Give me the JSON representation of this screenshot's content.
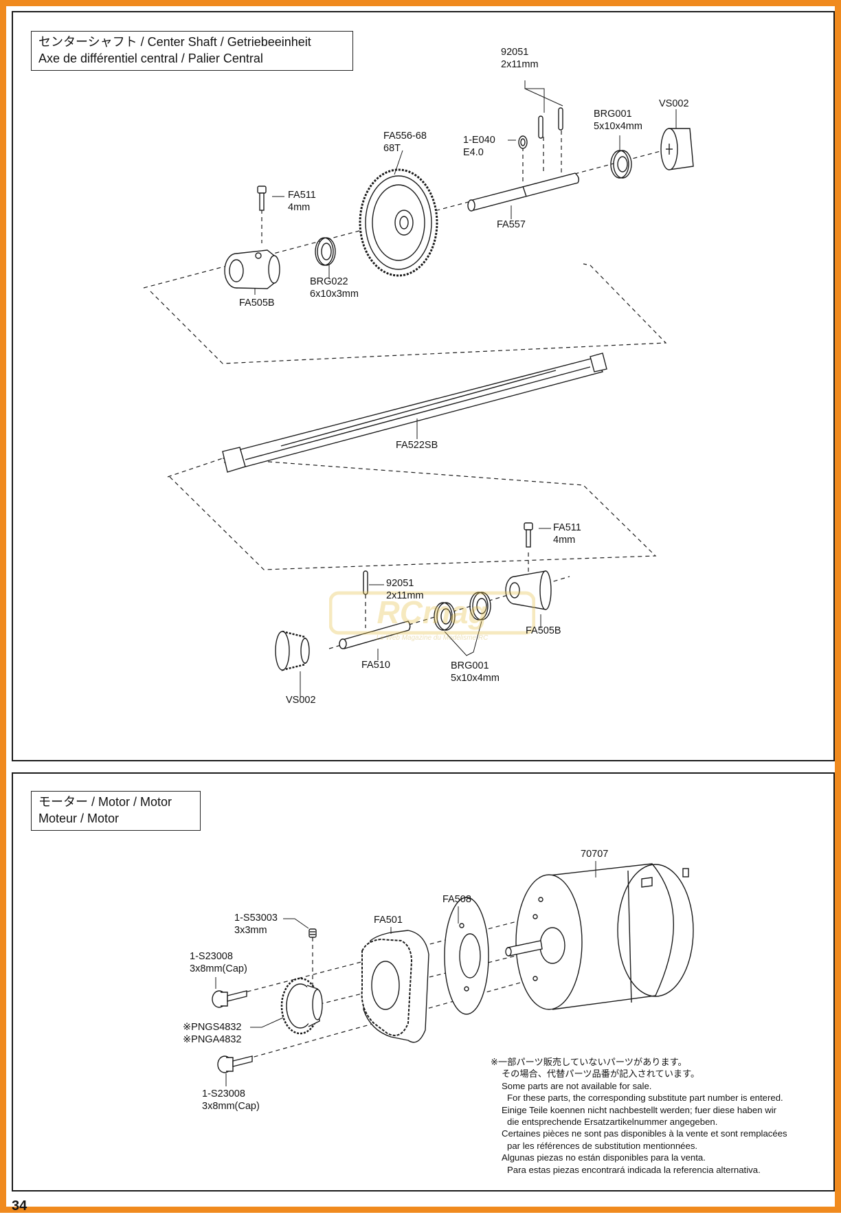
{
  "sections": {
    "center_shaft": {
      "title_line1": "センターシャフト / Center Shaft / Getriebeeinheit",
      "title_line2": "Axe de différentiel central / Palier Central"
    },
    "motor": {
      "title_line1": "モーター / Motor / Motor",
      "title_line2": "Moteur / Motor"
    }
  },
  "center_shaft_parts": {
    "pin_top": {
      "code": "92051",
      "size": "2x11mm"
    },
    "spur_gear": {
      "code": "FA556-68",
      "size": "68T"
    },
    "e_ring": {
      "code": "1-E040",
      "size": "E4.0"
    },
    "bearing_top": {
      "code": "BRG001",
      "size": "5x10x4mm"
    },
    "gear_top": {
      "code": "VS002"
    },
    "screw_top": {
      "code": "FA511",
      "size": "4mm"
    },
    "shaft_top": {
      "code": "FA557"
    },
    "joint_top": {
      "code": "FA505B"
    },
    "bearing_small": {
      "code": "BRG022",
      "size": "6x10x3mm"
    },
    "center_shaft": {
      "code": "FA522SB"
    },
    "screw_bottom": {
      "code": "FA511",
      "size": "4mm"
    },
    "pin_bottom": {
      "code": "92051",
      "size": "2x11mm"
    },
    "joint_bottom": {
      "code": "FA505B"
    },
    "shaft_bottom": {
      "code": "FA510"
    },
    "bearing_bottom": {
      "code": "BRG001",
      "size": "5x10x4mm"
    },
    "gear_bottom": {
      "code": "VS002"
    }
  },
  "motor_parts": {
    "motor": {
      "code": "70707"
    },
    "plate": {
      "code": "FA508"
    },
    "mount": {
      "code": "FA501"
    },
    "set_screw": {
      "code": "1-S53003",
      "size": "3x3mm"
    },
    "cap_screw_top": {
      "code": "1-S23008",
      "size": "3x8mm(Cap)"
    },
    "pinion": {
      "code1": "※PNGS4832",
      "code2": "※PNGA4832"
    },
    "cap_screw_bottom": {
      "code": "1-S23008",
      "size": "3x8mm(Cap)"
    }
  },
  "note": {
    "jp1": "※一部パーツ販売していないパーツがあります。",
    "jp2": "その場合、代替パーツ品番が記入されています。",
    "en1": "Some parts are not available for sale.",
    "en2": "For these parts, the corresponding substitute part number is entered.",
    "de1": "Einige Teile koennen nicht nachbestellt werden; fuer diese haben wir",
    "de2": "die entsprechende Ersatzartikelnummer angegeben.",
    "fr1": "Certaines pièces ne sont pas disponibles à la vente et sont remplacées",
    "fr2": "par les références de substitution mentionnées.",
    "es1": "Algunas piezas no están disponibles para la venta.",
    "es2": "Para estas piezas encontrará indicada la referencia alternativa."
  },
  "watermark": {
    "logo": "RCmag",
    "tagline": "Le Web Magazine du Modélisme RC"
  },
  "page_number": "34",
  "colors": {
    "frame": "#f08a1e",
    "line": "#1a1a1a",
    "watermark": "#e8c34a"
  }
}
